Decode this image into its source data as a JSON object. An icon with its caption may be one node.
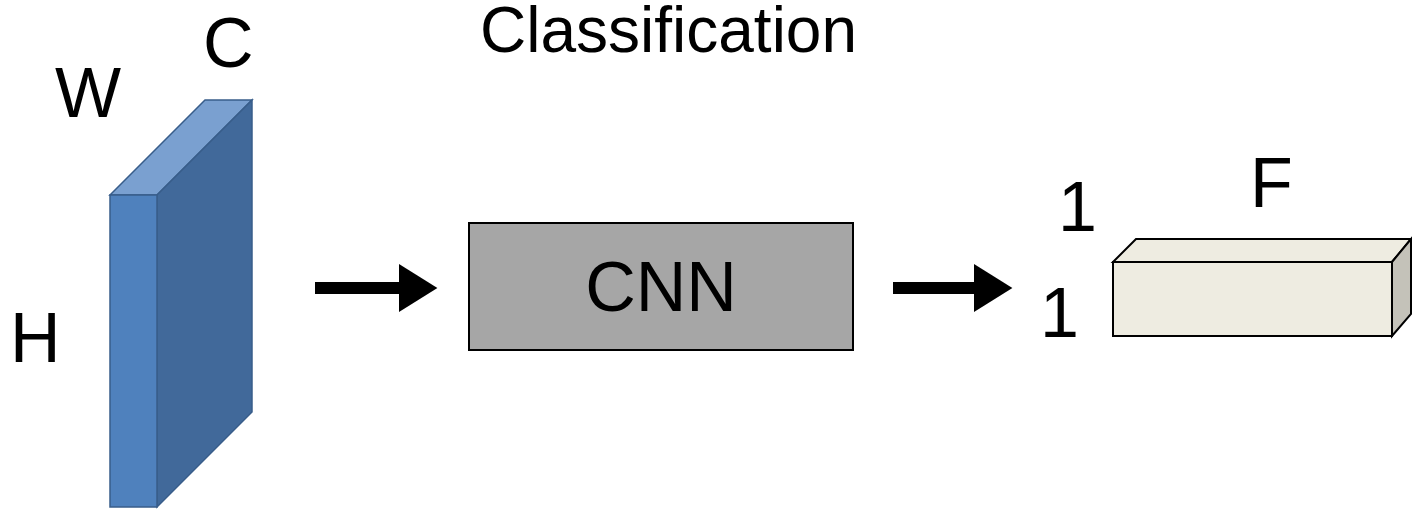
{
  "diagram": {
    "title": "Classification",
    "nodes": [
      {
        "text": [],
        "shape": "box",
        "beside": [
          "W",
          "C",
          "H"
        ]
      },
      {
        "text": [
          "CNN"
        ]
      },
      {
        "text": [],
        "shape": "box",
        "beside": [
          "1",
          "F",
          "1"
        ]
      }
    ],
    "edges": [
      {
        "from": 0,
        "to": 1,
        "arrow": "to"
      },
      {
        "from": 1,
        "to": 2,
        "arrow": "to"
      }
    ]
  }
}
